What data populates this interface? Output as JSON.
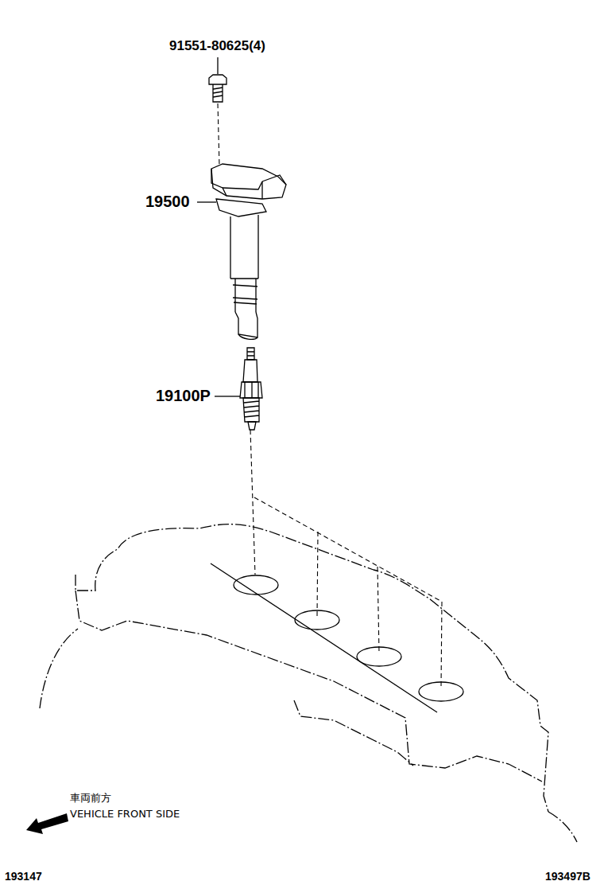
{
  "diagram": {
    "labels": [
      "91551-80625(4)",
      "19500",
      "19100P",
      "車両前方",
      "VEHICLE FRONT SIDE",
      "193147",
      "193497B"
    ]
  }
}
